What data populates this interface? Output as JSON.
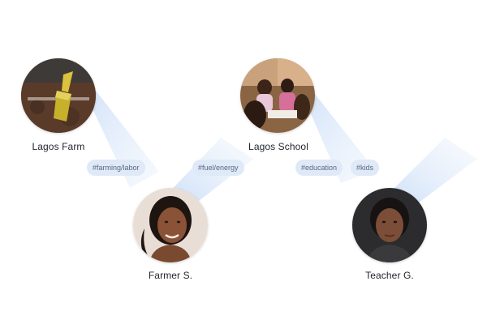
{
  "nodes": {
    "farm": {
      "label": "Lagos Farm",
      "icon": "farm-photo"
    },
    "school": {
      "label": "Lagos School",
      "icon": "classroom-photo"
    },
    "farmer": {
      "label": "Farmer S.",
      "icon": "person-portrait"
    },
    "teacher": {
      "label": "Teacher G.",
      "icon": "person-portrait"
    }
  },
  "tags": {
    "farming_labor": "#farming/labor",
    "fuel_energy": "#fuel/energy",
    "education": "#education",
    "kids": "#kids"
  },
  "colors": {
    "band": "#cfe0f8",
    "tag_bg": "#dfe9f7",
    "tag_text": "#5a6a80",
    "label_text": "#1f2329"
  }
}
